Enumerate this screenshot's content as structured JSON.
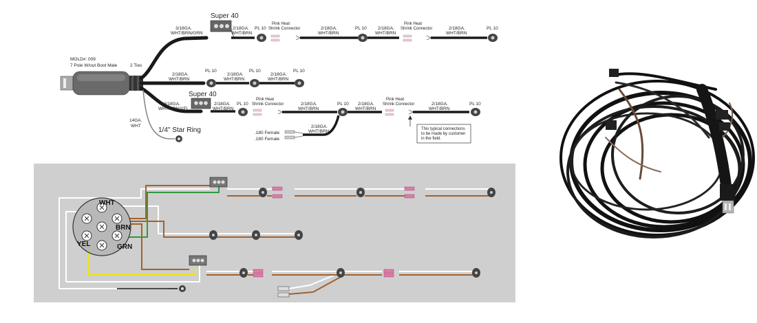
{
  "colors": {
    "cable": "#1a1a1a",
    "panel_bg": "#cfcfcf",
    "wire_white": "#ffffff",
    "wire_brown": "#a0622d",
    "wire_green": "#2e9a3a",
    "wire_yellow": "#f2e600",
    "heat_shrink": "#e07aa8"
  },
  "top_diagram": {
    "plug": {
      "mold_line1": "MOLD#: 009",
      "mold_line2": "7 Pole W/out Boot Male",
      "ties": "2 Ties"
    },
    "branch1": {
      "lead": "3/18GA.",
      "lead2": "WHT/BRN/GRN",
      "super": "Super 40",
      "seg1a": "2/18GA.",
      "seg1b": "WHT/BRN",
      "pl1": "PL 10",
      "pink1a": "Pink Heat",
      "pink1b": "Shrink Connector",
      "seg2a": "2/18GA.",
      "seg2b": "WHT/BRN",
      "pl2": "PL 10",
      "seg3a": "2/18GA.",
      "seg3b": "WHT/BRN",
      "pink2a": "Pink Heat",
      "pink2b": "Shrink Connector",
      "seg4a": "2/18GA.",
      "seg4b": "WHT/BRN",
      "pl3": "PL 10"
    },
    "branch2": {
      "seg1a": "2/18GA.",
      "seg1b": "WHT/BRN",
      "pl1": "PL 10",
      "seg2a": "2/18GA.",
      "seg2b": "WHT/BRN",
      "pl2": "PL 10",
      "seg3a": "2/18GA.",
      "seg3b": "WHT/BRN",
      "pl3": "PL 10"
    },
    "branch3": {
      "lead": "3/18GA.",
      "lead2": "WHT/BRN/YEL",
      "super": "Super 40",
      "seg1a": "2/18GA.",
      "seg1b": "WHT/BRN",
      "pl1": "PL 10",
      "pink1a": "Pink Heat",
      "pink1b": "Shrink Connector",
      "seg2a": "2/18GA.",
      "seg2b": "WHT/BRN",
      "pl2": "PL 10",
      "seg3a": "2/18GA.",
      "seg3b": "WHT/BRN",
      "pink2a": "Pink Heat",
      "pink2b": "Shrink Connector",
      "seg4a": "2/18GA.",
      "seg4b": "WHT/BRN",
      "pl3": "PL 10",
      "spur_a": "2/18GA.",
      "spur_b": "WHT/BRN",
      "female1": ".180 Female",
      "female2": ".180 Female",
      "note1": "This typical connections",
      "note2": "to be made by customer",
      "note3": "in the field."
    },
    "ground": {
      "gauge1": "14GA.",
      "gauge2": "WHT",
      "ring": "1/4\" Star Ring"
    }
  },
  "schematic": {
    "pins": {
      "wht": "WHT",
      "brn": "BRN",
      "grn": "GRN",
      "yel": "YEL"
    }
  }
}
